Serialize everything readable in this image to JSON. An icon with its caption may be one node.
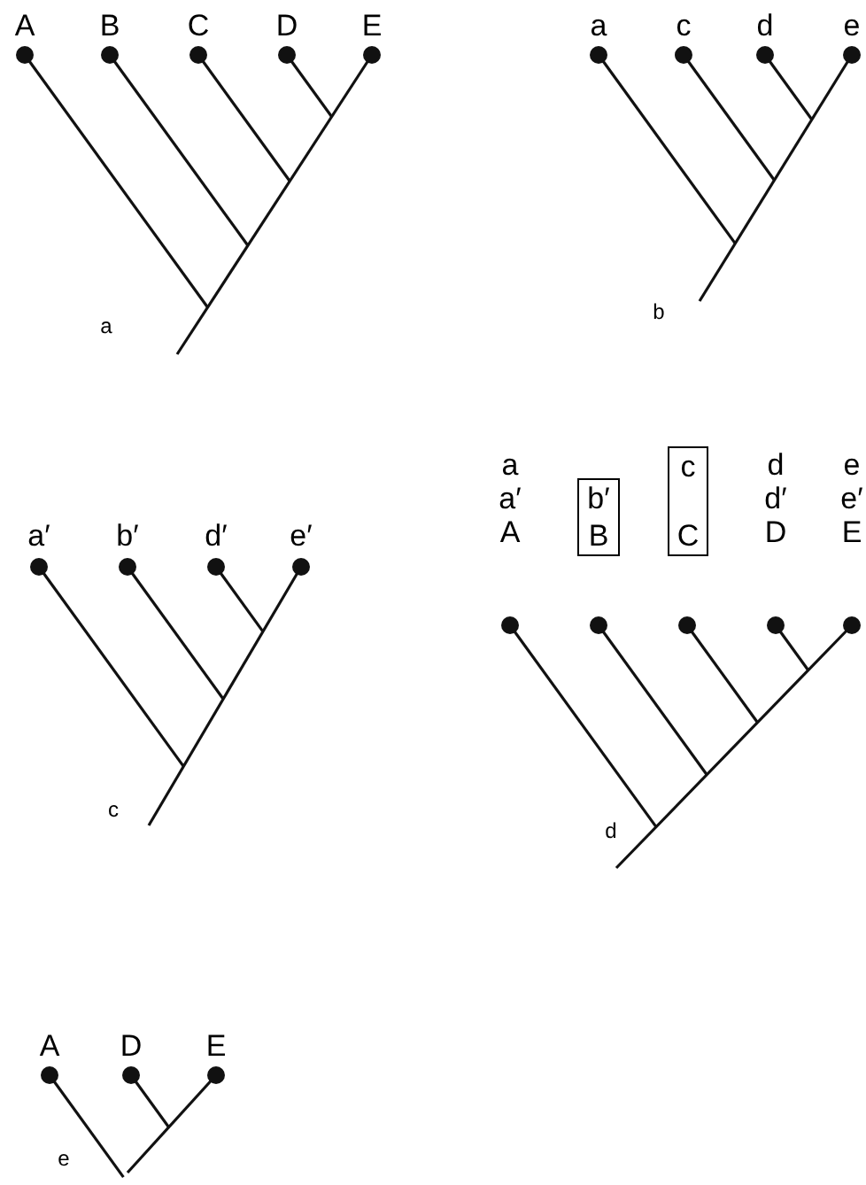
{
  "diagram": {
    "nodes": [
      {
        "text": [
          "b′",
          "B"
        ]
      },
      {
        "text": [
          "c",
          "C"
        ]
      }
    ],
    "edges": [],
    "labels": [
      "A",
      "B",
      "C",
      "D",
      "E",
      "a",
      "c",
      "d",
      "e",
      "a",
      "b",
      "a′",
      "b′",
      "d′",
      "e′",
      "c",
      "a",
      "a′",
      "A",
      "d",
      "d′",
      "D",
      "e",
      "e′",
      "E",
      "d",
      "A",
      "D",
      "E",
      "e"
    ]
  }
}
